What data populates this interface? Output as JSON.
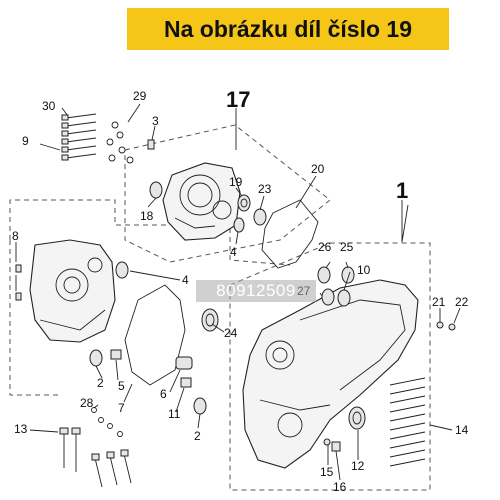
{
  "banner": {
    "text": "Na obrázku díl číslo 19",
    "color": "#f5c518"
  },
  "watermark": {
    "text": "80912509"
  },
  "callouts": {
    "c1": "1",
    "c2a": "2",
    "c2b": "2",
    "c3": "3",
    "c4a": "4",
    "c4b": "4",
    "c5": "5",
    "c6": "6",
    "c7": "7",
    "c8": "8",
    "c9": "9",
    "c10": "10",
    "c11": "11",
    "c12": "12",
    "c13": "13",
    "c14": "14",
    "c15": "15",
    "c16": "16",
    "c17": "17",
    "c18": "18",
    "c19": "19",
    "c20": "20",
    "c21": "21",
    "c22": "22",
    "c23": "23",
    "c24": "24",
    "c25": "25",
    "c26": "26",
    "c27": "27",
    "c28": "28",
    "c29": "29",
    "c30": "30"
  }
}
